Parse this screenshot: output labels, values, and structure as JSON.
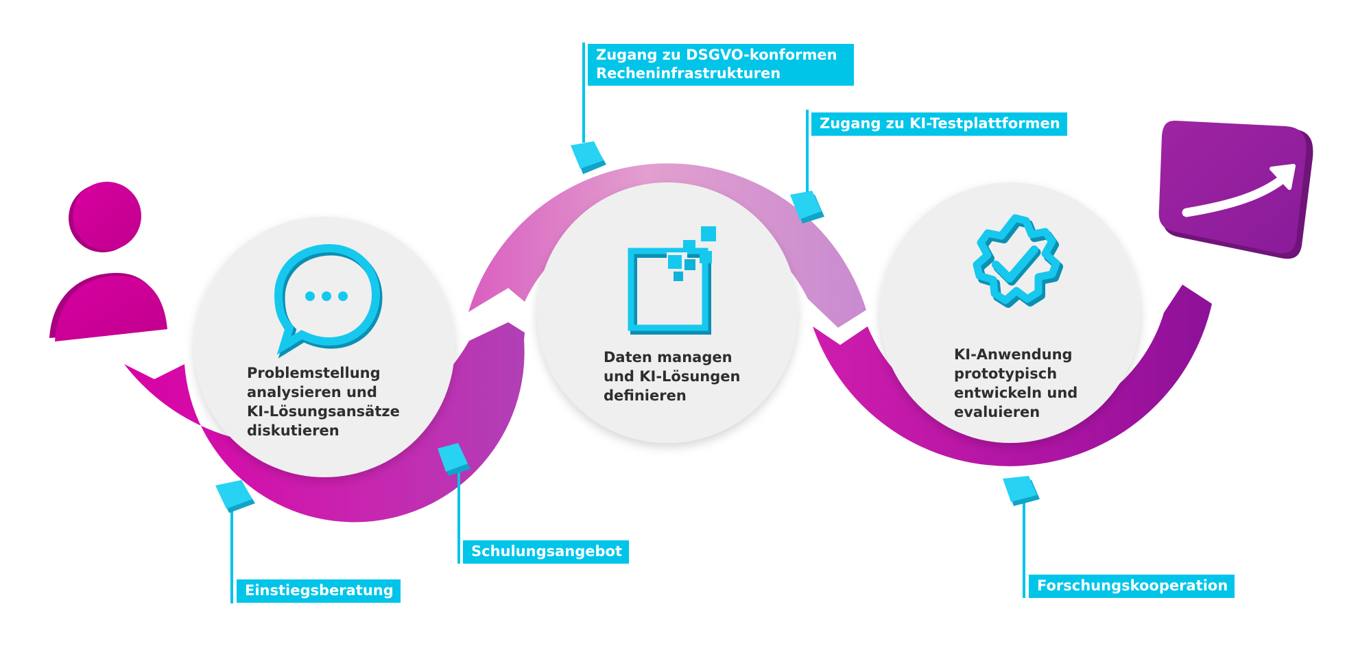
{
  "steps": [
    {
      "id": "problem",
      "label": "Problemstellung\nanalysieren und\nKI-Lösungsansätze\ndiskutieren"
    },
    {
      "id": "data",
      "label": "Daten managen\nund KI-Lösungen\ndefinieren"
    },
    {
      "id": "prototype",
      "label": "KI-Anwendung\nprototypisch\nentwickeln und\nevaluieren"
    }
  ],
  "services": {
    "dsgvo": "Zugang zu DSGVO-konformen\nRecheninfrastrukturen",
    "testplattform": "Zugang zu KI-Testplattformen",
    "schulung": "Schulungsangebot",
    "einstieg": "Einstiegsberatung",
    "forschung": "Forschungskooperation"
  },
  "icons": {
    "start": "user-icon",
    "problem": "chat-bubble-icon",
    "data": "data-blocks-icon",
    "prototype": "gear-check-icon",
    "end": "growth-arrow-icon"
  },
  "colors": {
    "magenta": "#d600a4",
    "purple": "#8e1a9c",
    "pink_light": "#e58fcc",
    "lilac": "#cfa1d3",
    "cyan": "#00c4e8",
    "circle_fill": "#efefef",
    "text_dark": "#2e2e2e"
  }
}
